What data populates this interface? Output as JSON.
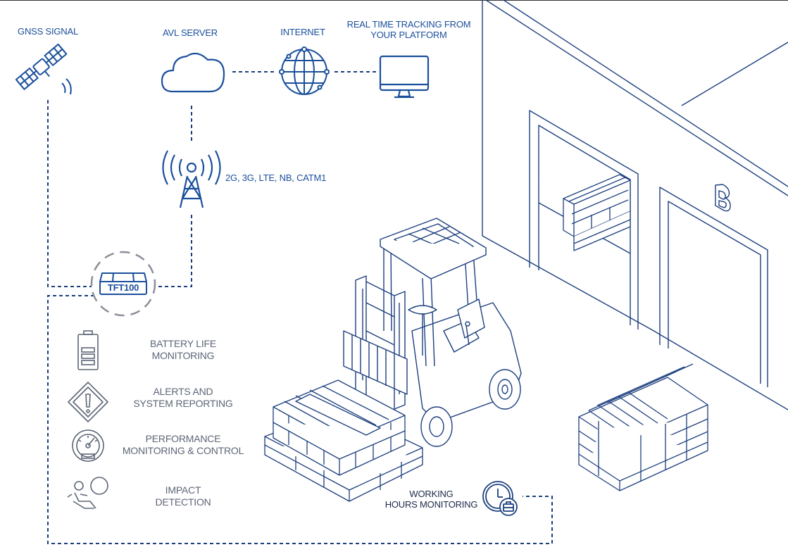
{
  "colors": {
    "blue": "#1a4f9c",
    "line": "#1c3f7e",
    "gray": "#5d6677",
    "dash_gray": "#8a8f99"
  },
  "top_nodes": {
    "gnss": "GNSS SIGNAL",
    "avl": "AVL SERVER",
    "internet": "INTERNET",
    "tracking_line1": "REAL TIME TRACKING FROM",
    "tracking_line2": "YOUR PLATFORM"
  },
  "network": "2G, 3G, LTE, NB, CATM1",
  "device": {
    "name": "TFT100"
  },
  "warehouse": {
    "door_letter": "B"
  },
  "features": [
    {
      "icon": "battery-icon",
      "line1": "BATTERY LIFE",
      "line2": "MONITORING"
    },
    {
      "icon": "warning-icon",
      "line1": "ALERTS AND",
      "line2": "SYSTEM REPORTING"
    },
    {
      "icon": "gauge-icon",
      "line1": "PERFORMANCE",
      "line2": "MONITORING & CONTROL"
    },
    {
      "icon": "impact-icon",
      "line1": "IMPACT",
      "line2": "DETECTION"
    }
  ],
  "working_hours": {
    "line1": "WORKING",
    "line2": "HOURS MONITORING"
  }
}
